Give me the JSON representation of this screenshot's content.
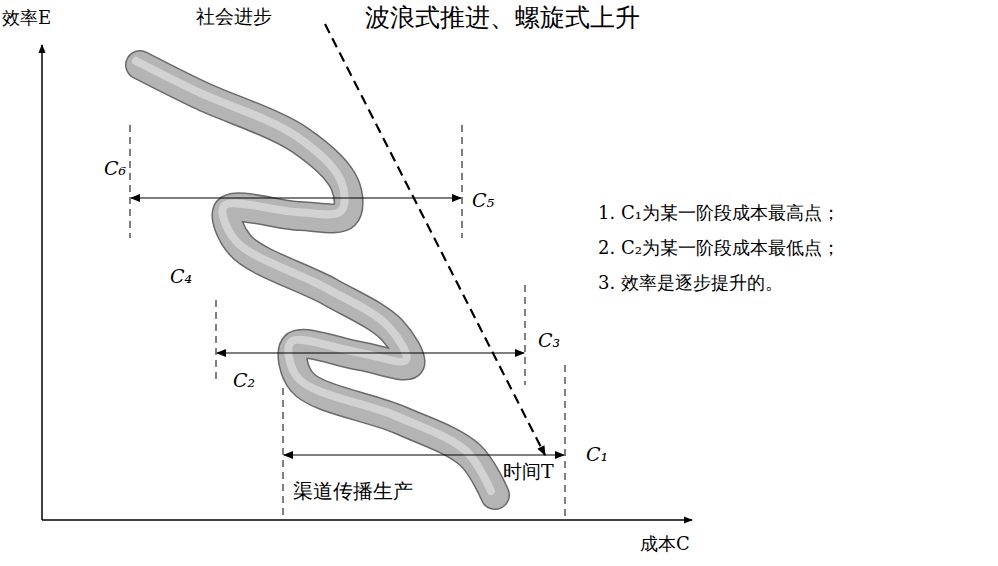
{
  "diagram": {
    "title": "波浪式推进、螺旋式上升",
    "labels": [
      "效率E",
      "社会进步",
      "C₆",
      "C₅",
      "C₄",
      "C₃",
      "C₂",
      "C₁",
      "时间T",
      "渠道传播生产",
      "成本C",
      "1. C₁为某一阶段成本最高点；",
      "2. C₂为某一阶段成本最低点；",
      "3. 效率是逐步提升的。"
    ]
  }
}
